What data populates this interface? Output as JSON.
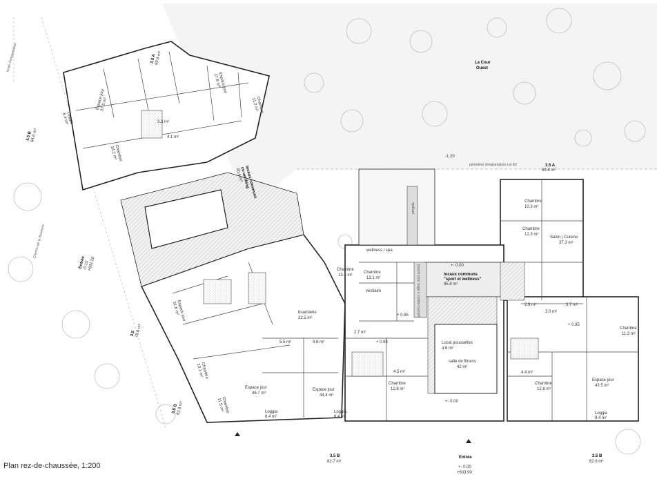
{
  "caption": "Plan rez-de-chaussée, 1:200",
  "courtyard": {
    "name": "La Cour",
    "name2": "Ouest",
    "level": "-1.20"
  },
  "perimeter_label": "périmètre d'implantation Lot E2",
  "building_west": {
    "unit_north": {
      "type": "3.5 A",
      "area": "69.6 m²"
    },
    "unit_nw": {
      "type": "3.5 B",
      "area": "84.6 m²"
    },
    "common": {
      "title": "locaux communs",
      "subtitle": "co-working",
      "area": "90.4 m²"
    },
    "unit_mid": {
      "type": "3.5",
      "area": "78.6 m²"
    },
    "unit_sw": {
      "type": "3.5 B",
      "area": "82.8 m²"
    },
    "entry": {
      "label": "Entrée",
      "level1": "-0.15",
      "level2": "+602.20"
    },
    "rooms": [
      {
        "name": "Chambre",
        "area": "13.1 m²"
      },
      {
        "name": "Espace jour",
        "area": "37.5 m²"
      },
      {
        "name": "Chambre",
        "area": "11.2 m²"
      },
      {
        "name": "Espace jour",
        "area": "27.8 m²"
      },
      {
        "name": "Chambre",
        "area": "14.2 m²"
      },
      {
        "name": "Loggia",
        "area": "6.4 m²"
      },
      {
        "name": "Espace jour",
        "area": "31.6 m²"
      },
      {
        "name": "Chambre",
        "area": "10.1 m²"
      },
      {
        "name": "Chambre",
        "area": "11.5 m²"
      },
      {
        "name": "Espace jour",
        "area": "46.7 m²"
      },
      {
        "name": "Espace jour",
        "area": "44.4 m²"
      },
      {
        "name": "buanderie",
        "area": "22.5 m²"
      },
      {
        "name": "Loggia",
        "area": "6.4 m²"
      },
      {
        "name": "Loggia",
        "area": "6.4 m²"
      }
    ],
    "small_areas": [
      "5.5 m²",
      "4.8 m²",
      "2.7 m²",
      "4.1 m²",
      "3.3 m²"
    ]
  },
  "building_east": {
    "unit_ne": {
      "type": "3.5 A",
      "area": "69.6 m²"
    },
    "unit_sw": {
      "type": "3.5 B",
      "area": "82.7 m²"
    },
    "unit_se": {
      "type": "3.5 B",
      "area": "82.6 m²"
    },
    "common": {
      "title": "locaux communs",
      "subtitle": "\"sport et wellness\"",
      "area": "95.8 m²",
      "level": "+- 0.00"
    },
    "entry": {
      "label": "Entrée",
      "level1": "+- 0.00",
      "level2": "+603.90"
    },
    "rooms": [
      {
        "name": "Chambre",
        "area": "10.3 m²"
      },
      {
        "name": "Chambre",
        "area": "12.3 m²"
      },
      {
        "name": "Salon | Cuisine",
        "area": "37.3 m²"
      },
      {
        "name": "Chambre",
        "area": "13.1 m²"
      },
      {
        "name": "Chambre",
        "area": "11.3 m²"
      },
      {
        "name": "Chambre",
        "area": "12.8 m²"
      },
      {
        "name": "Chambre",
        "area": "12.8 m²"
      },
      {
        "name": "Espace jour",
        "area": "43.5 m²"
      },
      {
        "name": "salle de fitness",
        "area": "42 m²"
      },
      {
        "name": "Local poussettes",
        "area": "4.6 m²"
      },
      {
        "name": "Loggia",
        "area": "8.4 m²"
      },
      {
        "name": "vestiaire",
        "area": ""
      },
      {
        "name": "wellness / spa",
        "area": ""
      }
    ],
    "small_areas": [
      "2.9 m²",
      "3.7 m²",
      "3.0 m²",
      "4.4 m²",
      "4.5 m²"
    ],
    "levels": [
      "+ 0.95",
      "+ 0.95",
      "+ 0.95",
      "+- 0.00"
    ],
    "pergola": "pergola",
    "annex": "bassin pour nage à contre-courant"
  },
  "road_label": "Chemin de la Bourlerie",
  "limit_label": "limite d'implantation"
}
